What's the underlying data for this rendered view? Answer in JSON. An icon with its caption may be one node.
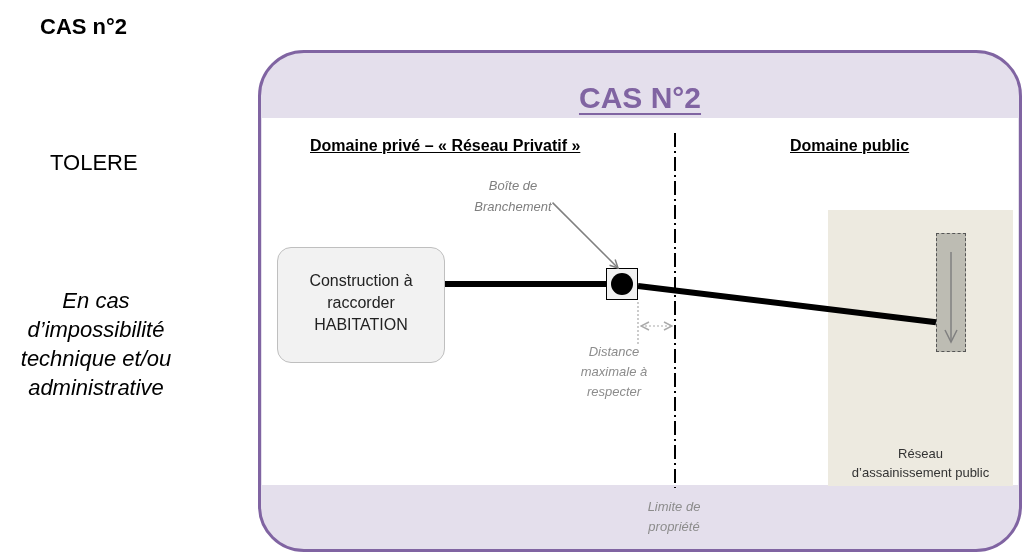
{
  "diagram": {
    "title": "CAS n°2",
    "nodes": [
      {
        "text": [
          "CAS N°2"
        ]
      },
      {
        "text": [
          "Construction à raccorder HABITATION"
        ],
        "in": 0
      },
      {
        "text": [
          "Boîte de Branchement"
        ],
        "in": 0
      },
      {
        "text": [],
        "shape": "box",
        "in": 0
      },
      {
        "text": [
          "Réseau d’assainissement public"
        ],
        "in": 0
      },
      {
        "text": [],
        "shape": "bar",
        "in": 4
      }
    ],
    "edges": [
      {
        "from": 1,
        "to": 3,
        "arrow": "none"
      },
      {
        "from": 3,
        "to": 5,
        "arrow": "none"
      },
      {
        "from": 2,
        "to": 3,
        "arrow": "to",
        "color": "#808080"
      }
    ],
    "labels": [
      "TOLERE",
      "En cas d’impossibilité technique et/ou administrative",
      "Domaine privé – « Réseau Privatif »",
      "Domaine public",
      "Distance maximale à respecter",
      "Limite de propriété"
    ]
  }
}
